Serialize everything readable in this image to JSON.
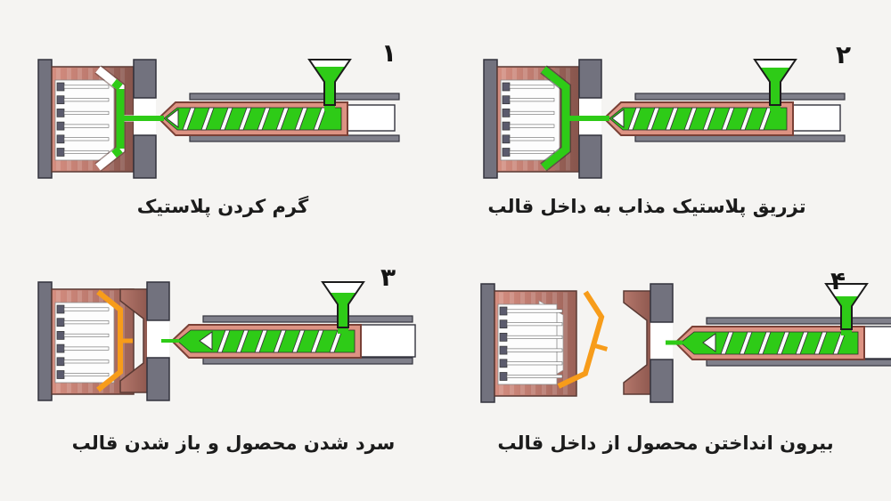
{
  "page": {
    "background": "#f5f4f2",
    "language": "fa",
    "direction": "rtl"
  },
  "colors": {
    "green": "#2ecb17",
    "orange": "#f79c1a",
    "barrel_salmon": "#dd9383",
    "barrel_outline": "#7a4036",
    "mold_light": "#d58e80",
    "mold_dark": "#9a6157",
    "platen_gray": "#72727e",
    "rail_gray": "#7f7f8a",
    "outline": "#33333d",
    "pin_head": "#5b5b6d",
    "text": "#1b1b1b"
  },
  "steps": [
    {
      "number": "١",
      "caption": "گرم کردن پلاستیک",
      "stage": 1
    },
    {
      "number": "٢",
      "caption": "تزریق پلاستیک مذاب به داخل قالب",
      "stage": 2
    },
    {
      "number": "٣",
      "caption": "سرد شدن محصول و باز شدن قالب",
      "stage": 3
    },
    {
      "number": "۴",
      "caption": "بیرون انداختن محصول از داخل قالب",
      "stage": 4
    }
  ]
}
